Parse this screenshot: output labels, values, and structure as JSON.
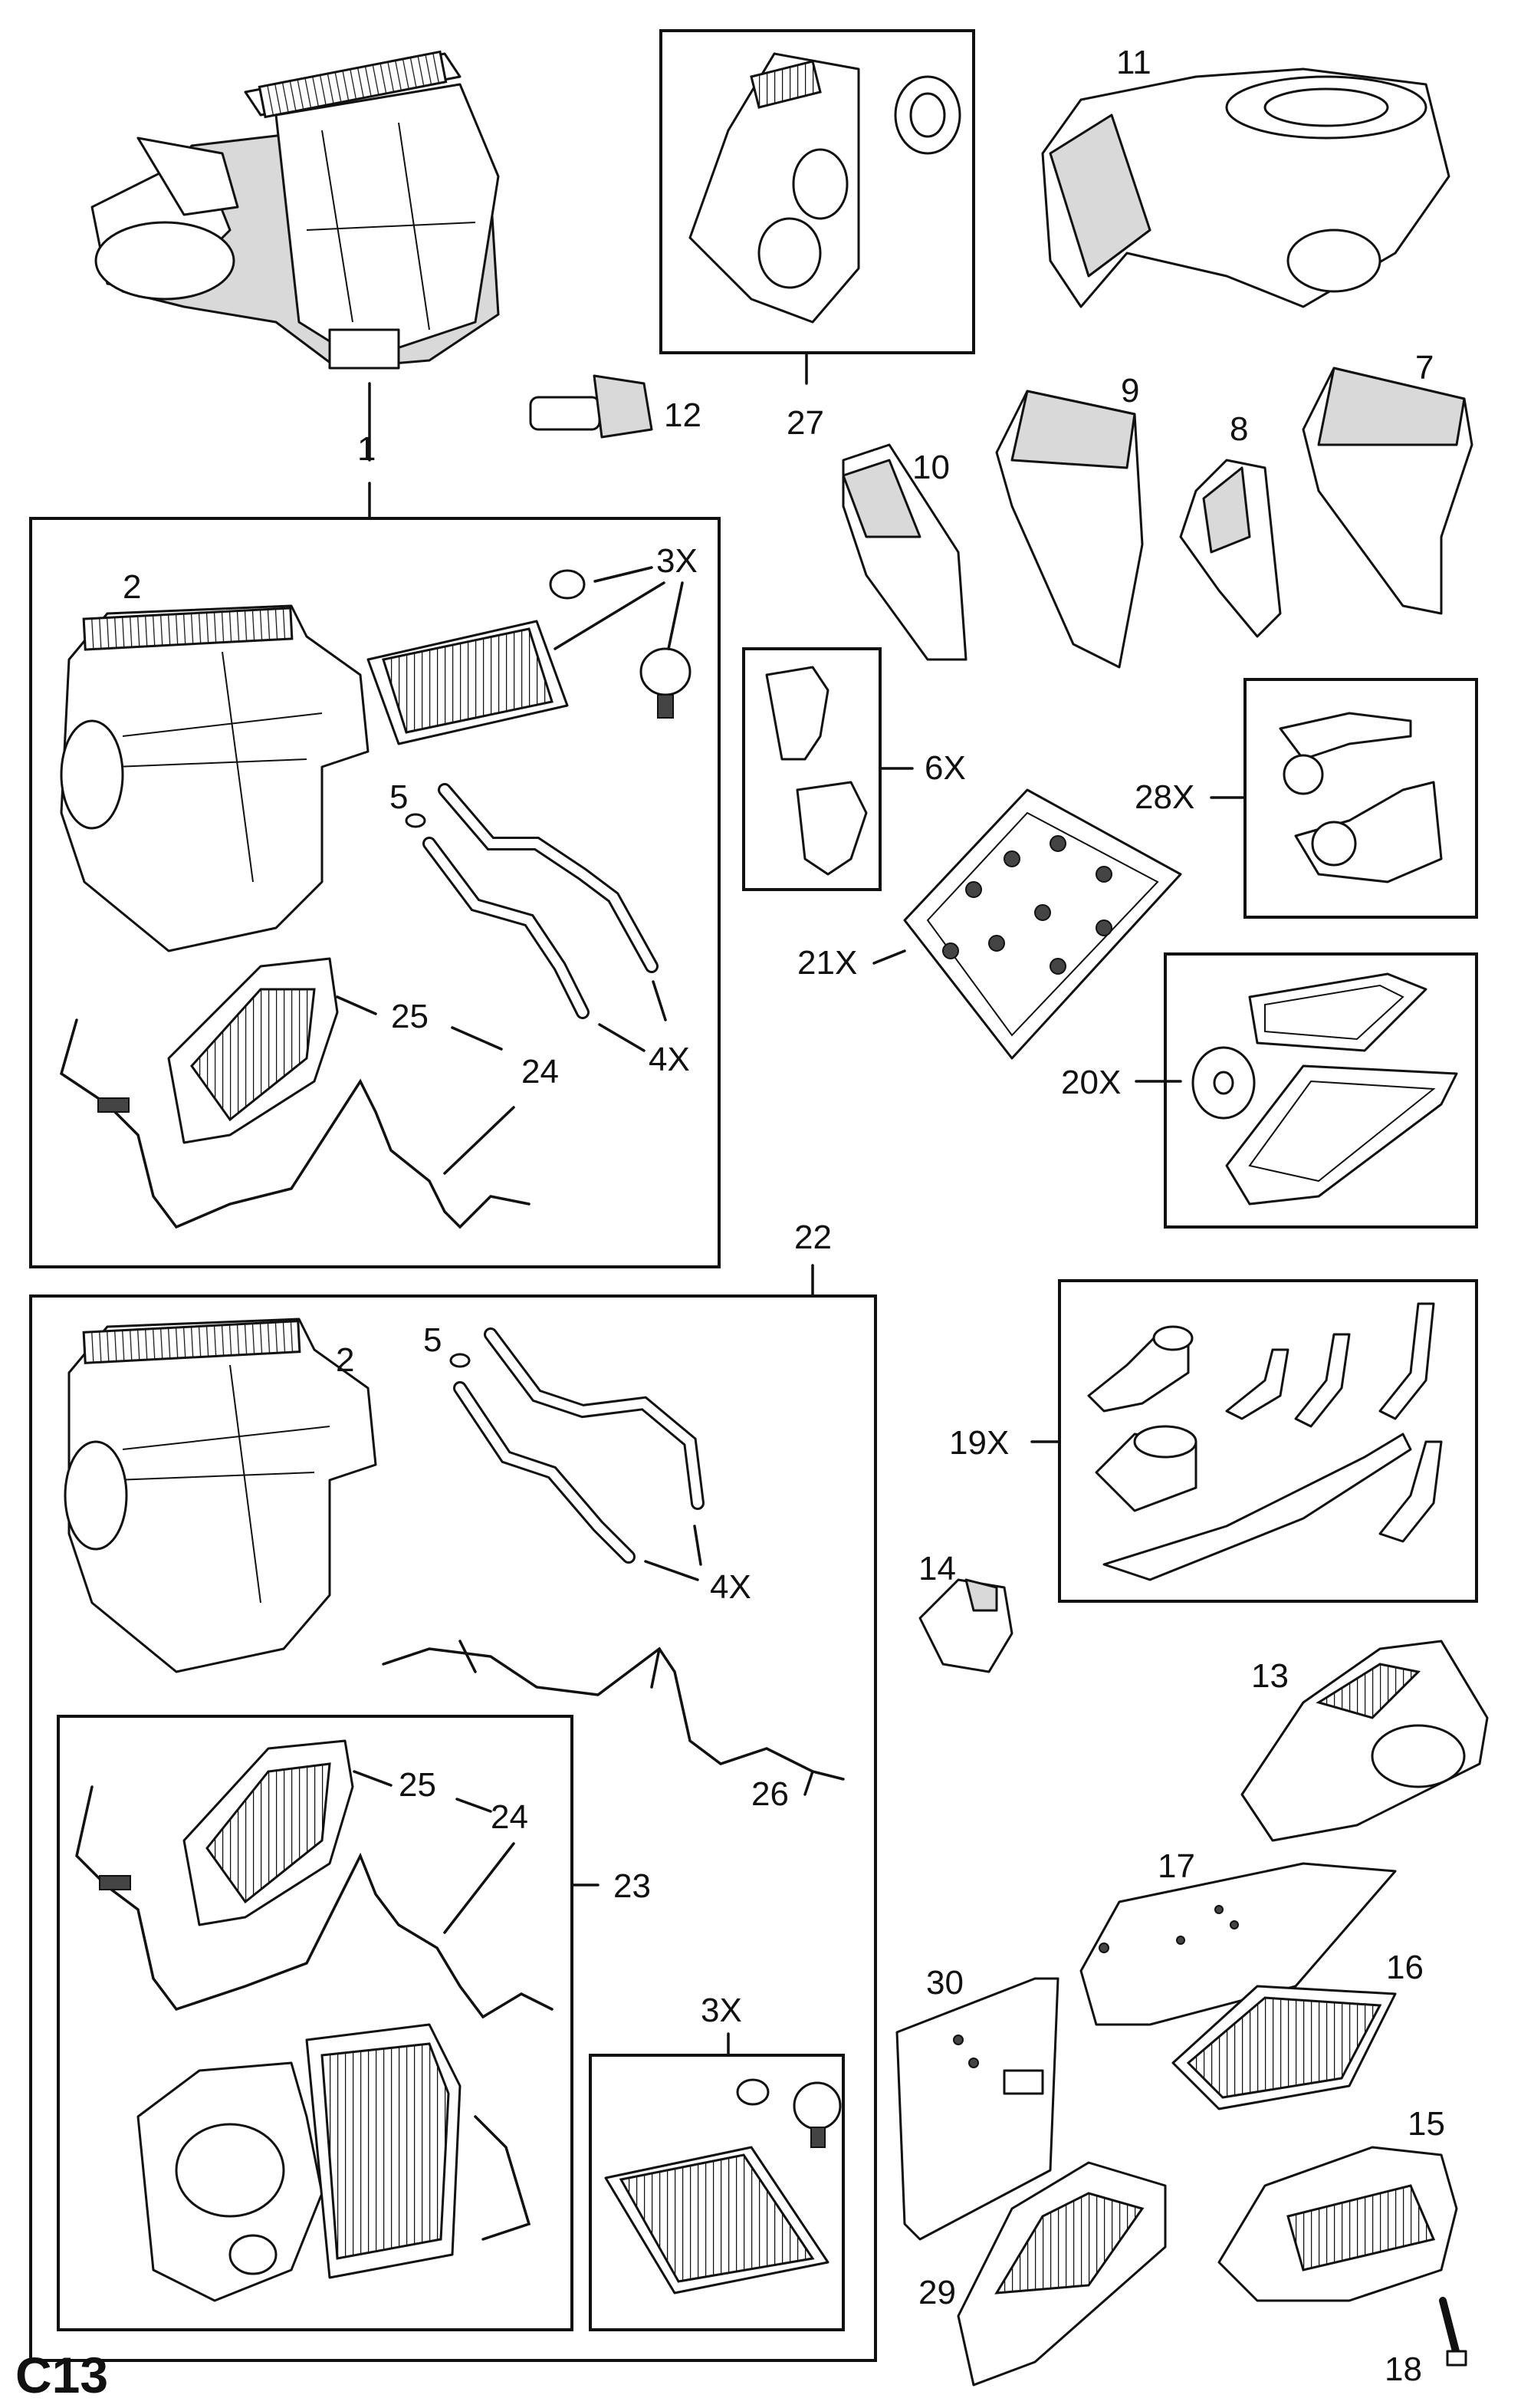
{
  "page_code": "C13",
  "callouts": {
    "c1": "1",
    "c2a": "2",
    "c2b": "2",
    "c3a": "3X",
    "c3b": "3X",
    "c4a": "4X",
    "c4b": "4X",
    "c5a": "5",
    "c5b": "5",
    "c6": "6X",
    "c7": "7",
    "c8": "8",
    "c9": "9",
    "c10": "10",
    "c11": "11",
    "c12": "12",
    "c13": "13",
    "c14": "14",
    "c15": "15",
    "c16": "16",
    "c17": "17",
    "c18": "18",
    "c19": "19X",
    "c20": "20X",
    "c21": "21X",
    "c22": "22",
    "c23": "23",
    "c24a": "24",
    "c24b": "24",
    "c25a": "25",
    "c25b": "25",
    "c26": "26",
    "c27": "27",
    "c28": "28X",
    "c29": "29",
    "c30": "30"
  },
  "icons": [
    "heater-assembly-icon",
    "filter-icon",
    "blower-icon",
    "wiring-harness-icon",
    "pipe-icon",
    "bracket-icon"
  ]
}
